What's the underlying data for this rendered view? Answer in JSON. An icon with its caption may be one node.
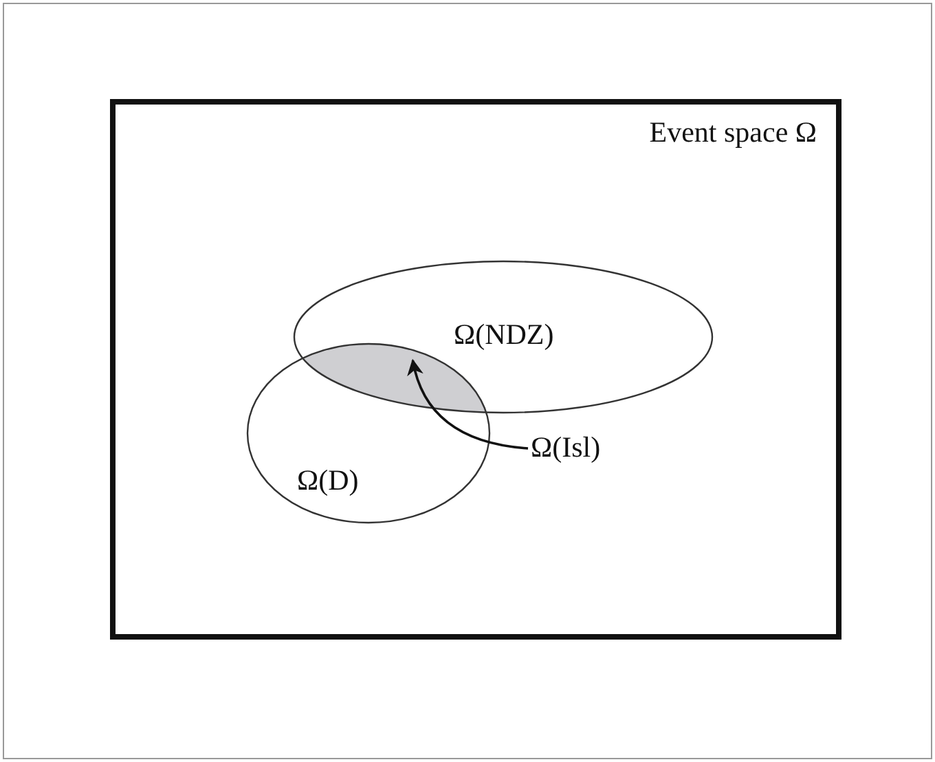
{
  "diagram": {
    "nodes": [
      {
        "text": [
          "Event space Ω"
        ]
      },
      {
        "text": [
          "Ω(NDZ)"
        ],
        "in": 0
      },
      {
        "text": [
          "Ω(D)"
        ],
        "in": 0
      },
      {
        "text": [],
        "shape": "lens"
      },
      {
        "text": [
          "Ω(Isl)"
        ],
        "in": 0
      }
    ],
    "edges": [
      {
        "from": 4,
        "to": 3,
        "arrow": "to"
      }
    ]
  }
}
